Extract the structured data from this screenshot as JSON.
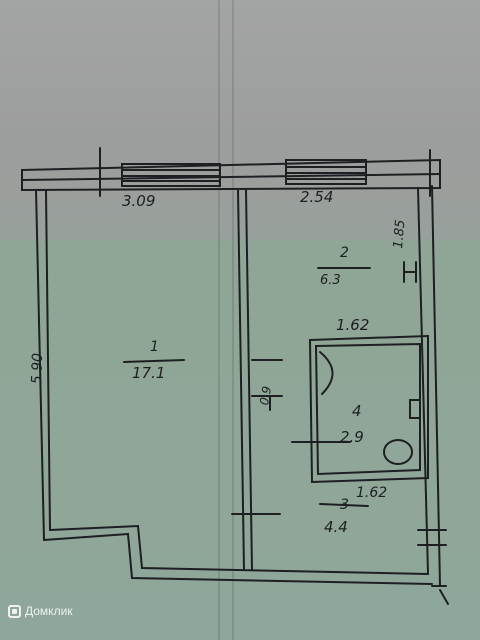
{
  "plan": {
    "dimensions": {
      "room1_width": "3.09",
      "room2_width": "2.54",
      "left_length": "5.90",
      "right_top": "1.85",
      "partition": "0.9",
      "bath_top": "1.62",
      "bath_bottom": "1.62"
    },
    "rooms": [
      {
        "number": "1",
        "area": "17.1"
      },
      {
        "number": "2",
        "area": "6.3"
      },
      {
        "number": "3",
        "area": "4.4"
      },
      {
        "number": "4",
        "area": "2.9"
      }
    ]
  },
  "watermark": {
    "text": "Домклик"
  },
  "colors": {
    "ink": "#1d1f22",
    "paper": "#9c9e9d",
    "overlay": "#8fa79a"
  }
}
